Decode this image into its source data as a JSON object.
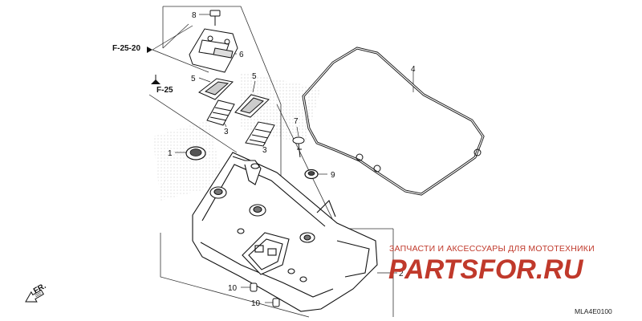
{
  "references": {
    "f2520": "F-25-20",
    "f25": "F-25"
  },
  "parts": {
    "p1": "1",
    "p2": "2",
    "p3a": "3",
    "p3b": "3",
    "p4": "4",
    "p5a": "5",
    "p5b": "5",
    "p6": "6",
    "p7": "7",
    "p8": "8",
    "p9": "9",
    "p10a": "10",
    "p10b": "10"
  },
  "front_indicator": "FR.",
  "watermark": {
    "line1": "ЗАПЧАСТИ И АКСЕССУАРЫ ДЛЯ МОТОТЕХНИКИ",
    "line2": "PARTSFOR.RU",
    "color": "#c0392b"
  },
  "diagram_code": "MLA4E0100"
}
